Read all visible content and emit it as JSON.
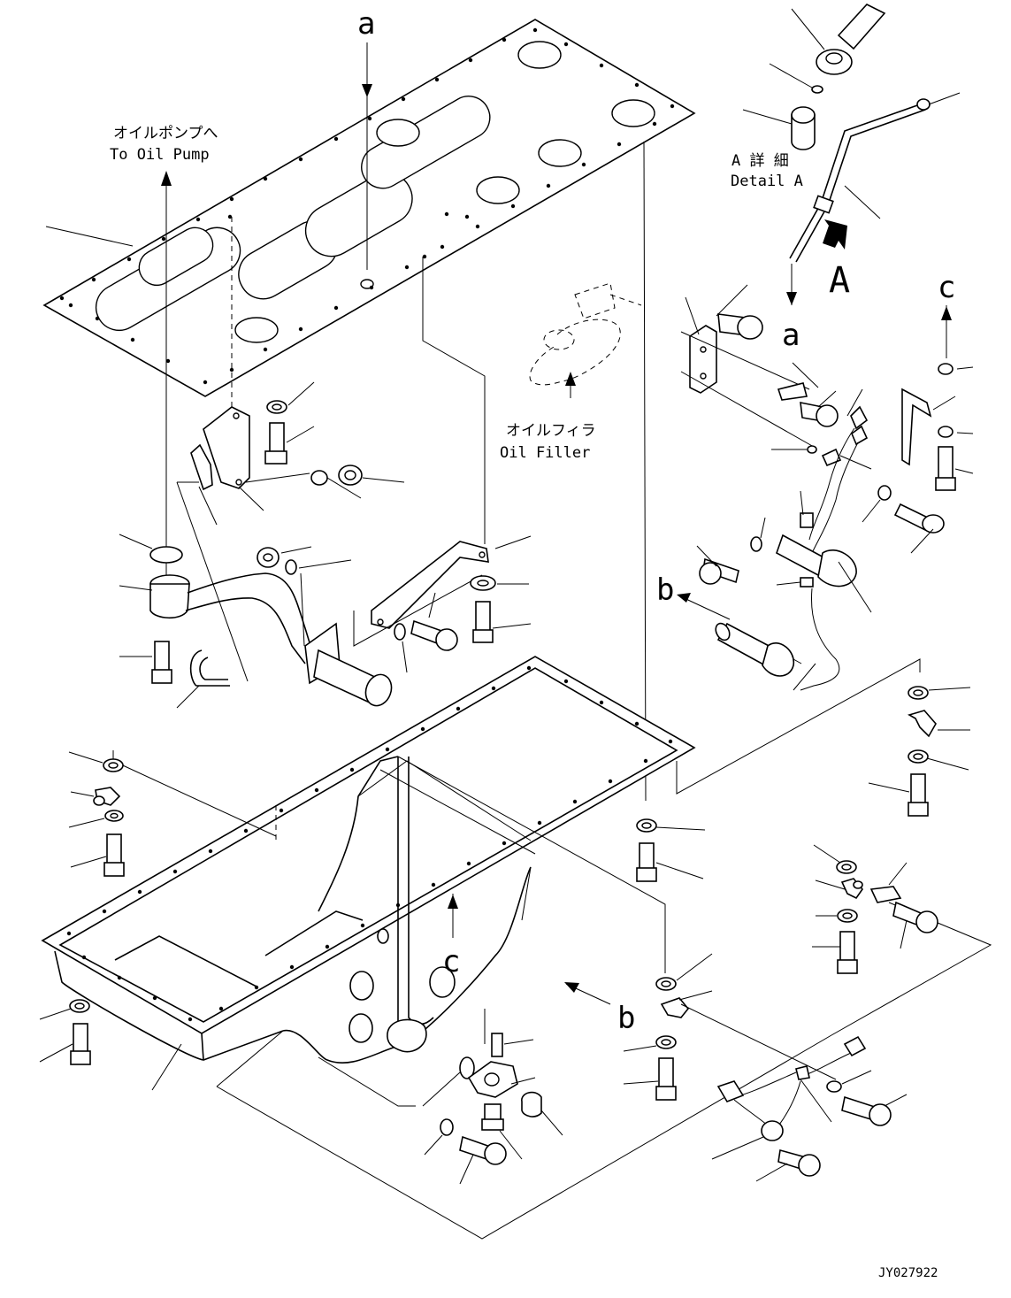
{
  "diagram": {
    "callouts": {
      "a_top": "a",
      "a_dipstick": "a",
      "A_view": "A",
      "b_sensor": "b",
      "b_pan": "b",
      "c_right": "c",
      "c_pan": "c"
    },
    "annotations": {
      "to_oil_pump_jp": "オイルポンプへ",
      "to_oil_pump_en": "To Oil Pump",
      "oil_filler_jp": "オイルフィラ",
      "oil_filler_en": "Oil Filler",
      "detail_a_jp": "A 詳 細",
      "detail_a_en": "Detail A"
    },
    "drawing_number": "JY027922"
  }
}
